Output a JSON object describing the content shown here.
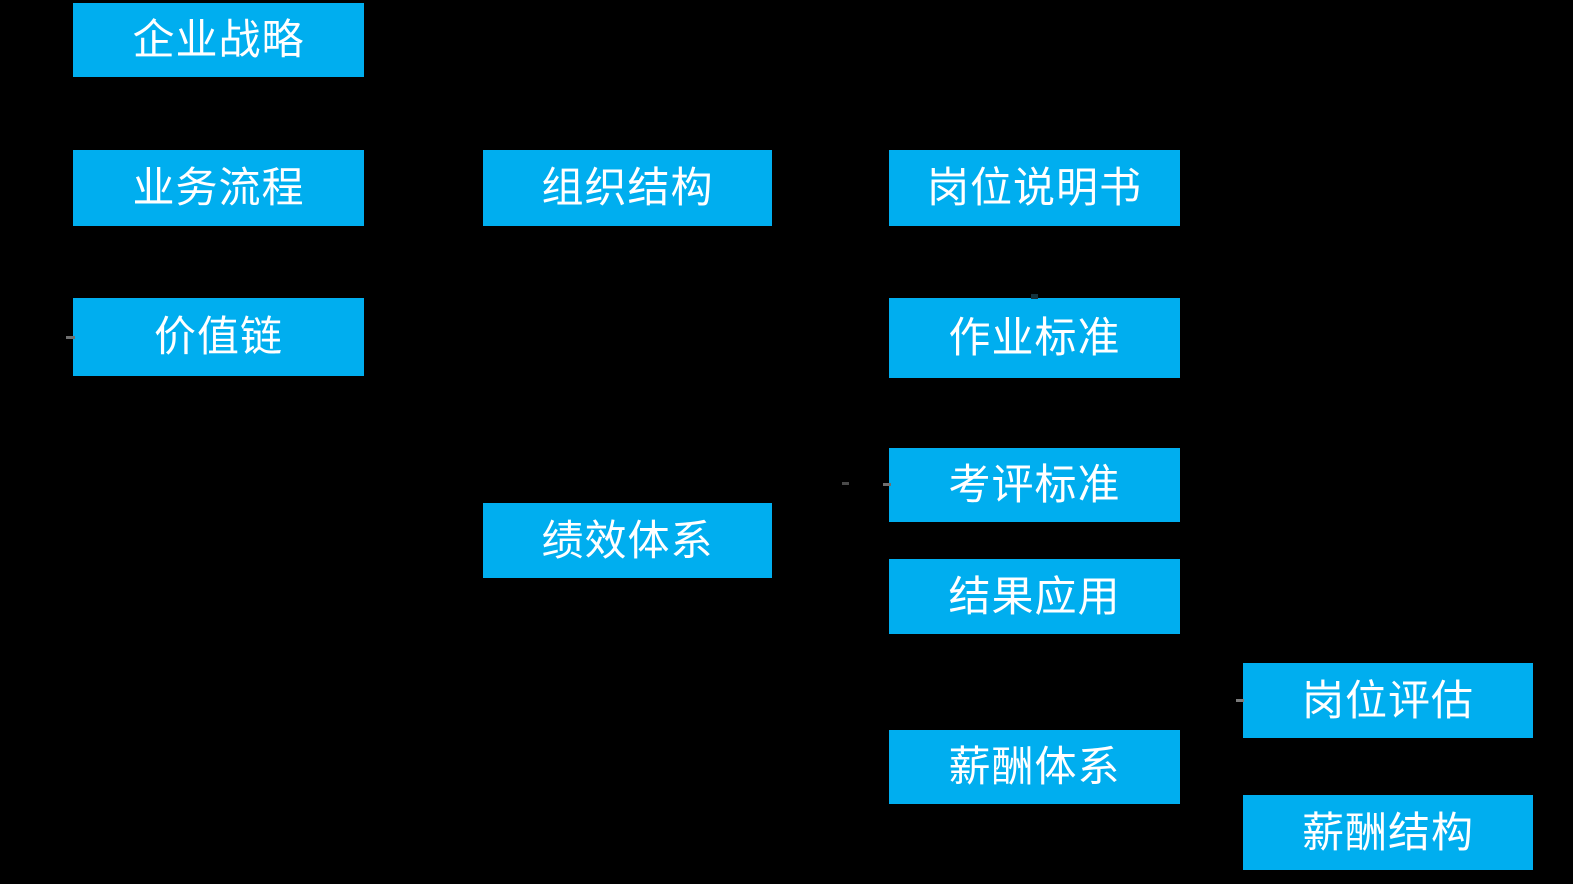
{
  "colors": {
    "background": "#000000",
    "node_fill": "#00AEEF",
    "node_text": "#FFFFFF",
    "stub_gray": "#6F6F6F"
  },
  "diagram": {
    "type": "flowchart",
    "nodes": [
      {
        "id": "enterprise-strategy",
        "label": "企业战略"
      },
      {
        "id": "business-process",
        "label": "业务流程"
      },
      {
        "id": "org-structure",
        "label": "组织结构"
      },
      {
        "id": "job-description",
        "label": "岗位说明书"
      },
      {
        "id": "value-chain",
        "label": "价值链"
      },
      {
        "id": "operation-standard",
        "label": "作业标准"
      },
      {
        "id": "appraisal-standard",
        "label": "考评标准"
      },
      {
        "id": "performance-system",
        "label": "绩效体系"
      },
      {
        "id": "result-application",
        "label": "结果应用"
      },
      {
        "id": "job-evaluation",
        "label": "岗位评估"
      },
      {
        "id": "compensation-system",
        "label": "薪酬体系"
      },
      {
        "id": "compensation-structure",
        "label": "薪酬结构"
      }
    ]
  }
}
